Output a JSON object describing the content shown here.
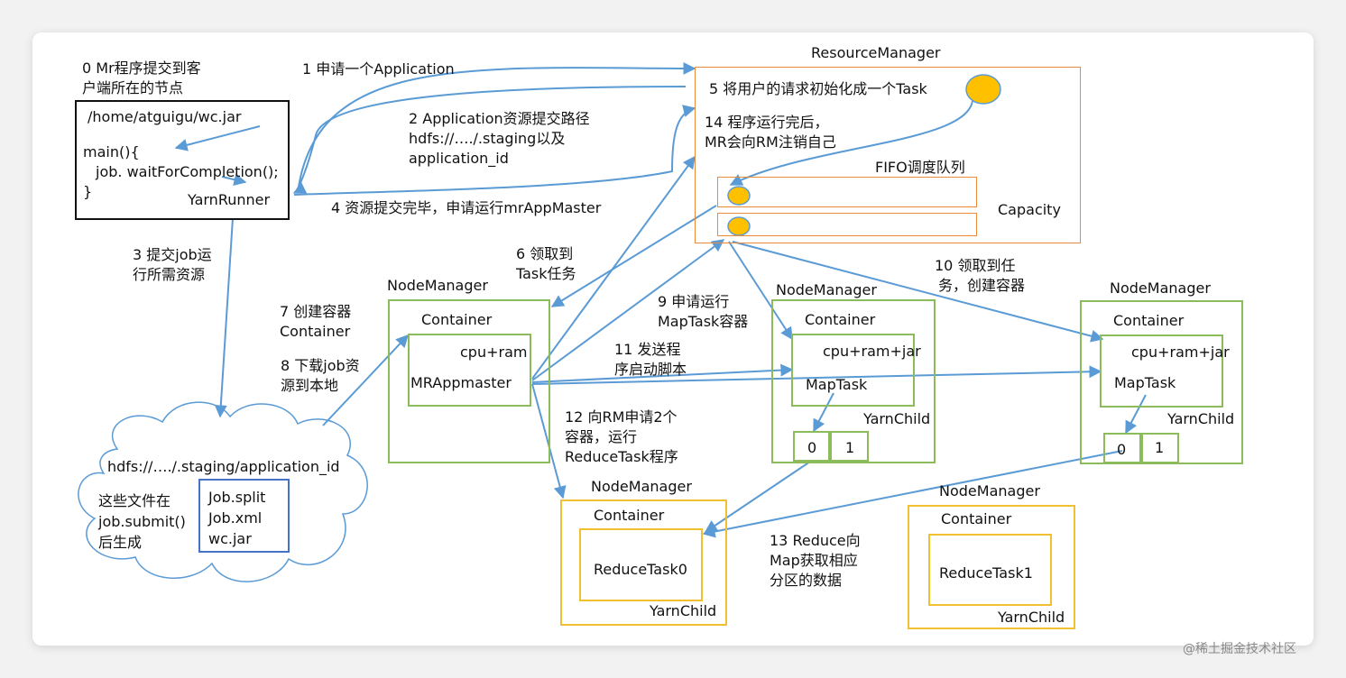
{
  "client": {
    "step0": [
      "0 Mr程序提交到客",
      "户端所在的节点"
    ],
    "jar_path": "/home/atguigu/wc.jar",
    "code": [
      "main(){",
      "job. waitForCompletion();",
      "}"
    ],
    "runner": "YarnRunner"
  },
  "steps": {
    "s1": "1 申请一个Application",
    "s2": [
      "2 Application资源提交路径",
      "hdfs://…./.staging以及",
      "application_id"
    ],
    "s3": [
      "3 提交job运",
      "行所需资源"
    ],
    "s4": "4 资源提交完毕，申请运行mrAppMaster",
    "s5": "5 将用户的请求初始化成一个Task",
    "s6": [
      "6 领取到",
      "Task任务"
    ],
    "s7": [
      "7 创建容器",
      "Container"
    ],
    "s8": [
      "8 下载job资",
      "源到本地"
    ],
    "s9": [
      "9 申请运行",
      "MapTask容器"
    ],
    "s10": [
      "10 领取到任",
      "务，创建容器"
    ],
    "s11": [
      "11 发送程",
      "序启动脚本"
    ],
    "s12": [
      "12 向RM申请2个",
      "容器，运行",
      "ReduceTask程序"
    ],
    "s13": [
      "13 Reduce向",
      "Map获取相应",
      "分区的数据"
    ],
    "s14": [
      "14 程序运行完后，",
      "MR会向RM注销自己"
    ]
  },
  "resource_manager": {
    "title": "ResourceManager",
    "queue_title": "FIFO调度队列",
    "capacity": "Capacity"
  },
  "hdfs": {
    "path": "hdfs://…./.staging/application_id",
    "note": [
      "这些文件在",
      "job.submit()",
      "后生成"
    ],
    "files": [
      "Job.split",
      "Job.xml",
      "wc.jar"
    ]
  },
  "node_am": {
    "title": "NodeManager",
    "container": "Container",
    "resources": "cpu+ram",
    "app": "MRAppmaster"
  },
  "node_map1": {
    "title": "NodeManager",
    "container": "Container",
    "resources": "cpu+ram+jar",
    "task": "MapTask",
    "child": "YarnChild",
    "partitions": [
      "0",
      "1"
    ]
  },
  "node_map2": {
    "title": "NodeManager",
    "container": "Container",
    "resources": "cpu+ram+jar",
    "task": "MapTask",
    "child": "YarnChild",
    "partitions": [
      "0",
      "1"
    ]
  },
  "node_reduce0": {
    "title": "NodeManager",
    "container": "Container",
    "task": "ReduceTask0",
    "child": "YarnChild"
  },
  "node_reduce1": {
    "title": "NodeManager",
    "container": "Container",
    "task": "ReduceTask1",
    "child": "YarnChild"
  },
  "watermark": "@稀土掘金技术社区",
  "colors": {
    "arrow": "#5b9bd5",
    "orange_border": "#e98b3a",
    "green_border": "#8bbb5a",
    "yellow_border": "#f0c030",
    "token_fill": "#ffc000"
  }
}
